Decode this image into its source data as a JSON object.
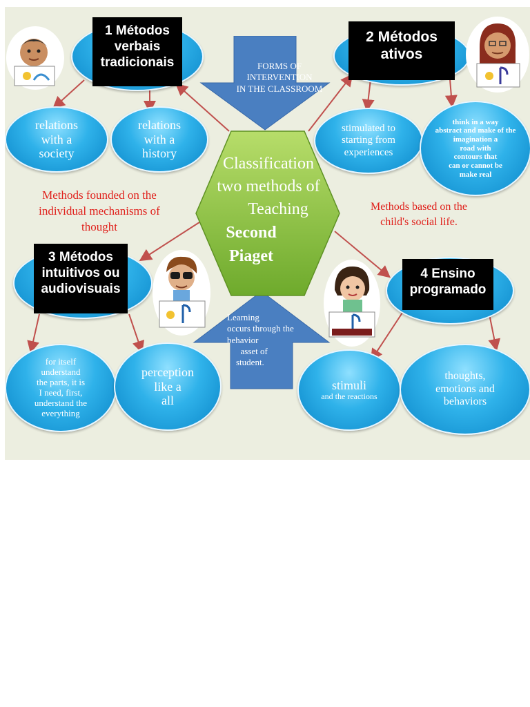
{
  "center": {
    "lines": [
      "Classification",
      "two methods of",
      "Teaching"
    ],
    "bold_lines": [
      "Second",
      "Piaget"
    ]
  },
  "top_arrow": {
    "text": "FORMS OF\nINTERVENTION\nIN THE CLASSROOM"
  },
  "bottom_arrow": {
    "text": "Learning\noccurs through the\nbehavior\n      asset of\n    student."
  },
  "methods": [
    {
      "title": "1 Métodos\nverbais\ntradicionais"
    },
    {
      "title": "2 Métodos\nativos"
    },
    {
      "title": "3 Métodos\nintuitivos ou\naudiovisuais"
    },
    {
      "title": "4 Ensino\nprogramado"
    }
  ],
  "bubbles": {
    "society": "relations\nwith a\nsociety",
    "history": "relations\nwith a\nhistory",
    "experiences": "stimulated to\nstarting from\nexperiences",
    "imagination": "think in a way\nabstract and make of the\nimagination a\nroad with\ncontours that\ncan or cannot be\nmake real",
    "parts": "for itself\nunderstand\nthe parts, it is\nI need, first,\nunderstand the\neverything",
    "perception": "perception\nlike a\nall",
    "stimuli_main": "stimuli",
    "stimuli_sub": "and the reactions",
    "thoughts": "thoughts,\nemotions and\nbehaviors"
  },
  "notes": {
    "left": "Methods founded on the\nindividual mechanisms of\nthought",
    "right": "Methods based on the\nchild's social life."
  },
  "colors": {
    "background": "#eceee0",
    "hexagon": "#8cc63f",
    "arrow_block": "#4a7fc1",
    "connector": "#c0504d",
    "note_text": "#e0201b",
    "bubble": "#2fb2ea"
  },
  "icons": [
    "boy-with-drawing-icon",
    "woman-with-drawing-icon",
    "boy-with-glasses-icon",
    "girl-with-drawing-icon"
  ]
}
